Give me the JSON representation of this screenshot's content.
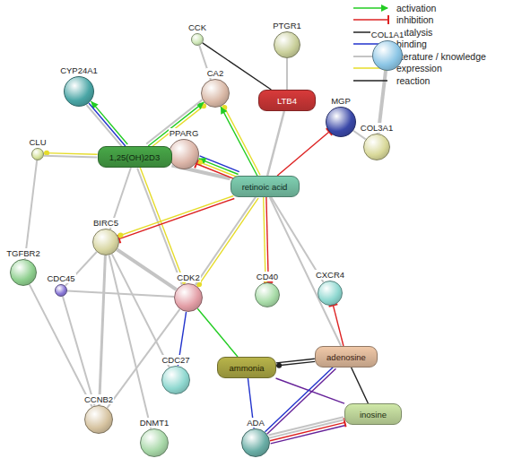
{
  "diagram": {
    "nodes": [
      {
        "text": [
          "CCK"
        ]
      },
      {
        "text": [
          "PTGR1"
        ]
      },
      {
        "text": [
          "COL1A1"
        ]
      },
      {
        "text": [
          "CYP24A1"
        ]
      },
      {
        "text": [
          "CA2"
        ]
      },
      {
        "text": [
          "LTB4"
        ]
      },
      {
        "text": [
          "MGP"
        ]
      },
      {
        "text": [
          "COL3A1"
        ]
      },
      {
        "text": [
          "CLU"
        ]
      },
      {
        "text": [
          "PPARG"
        ]
      },
      {
        "text": [
          "1,25(OH)2D3"
        ]
      },
      {
        "text": [
          "retinoic acid"
        ]
      },
      {
        "text": [
          "BIRC5"
        ]
      },
      {
        "text": [
          "TGFBR2"
        ]
      },
      {
        "text": [
          "CDC45"
        ]
      },
      {
        "text": [
          "CDK2"
        ]
      },
      {
        "text": [
          "CD40"
        ]
      },
      {
        "text": [
          "CXCR4"
        ]
      },
      {
        "text": [
          "adenosine"
        ]
      },
      {
        "text": [
          "ammonia"
        ]
      },
      {
        "text": [
          "CDC27"
        ]
      },
      {
        "text": [
          "CCNB2"
        ]
      },
      {
        "text": [
          "inosine"
        ]
      },
      {
        "text": [
          "DNMT1"
        ]
      },
      {
        "text": [
          "ADA"
        ]
      }
    ],
    "edges": [
      {
        "from": 0,
        "to": 4,
        "arrow": "none"
      },
      {
        "from": 0,
        "to": 5,
        "arrow": "none"
      },
      {
        "from": 1,
        "to": 5,
        "arrow": "none"
      },
      {
        "from": 5,
        "to": 11,
        "arrow": "none"
      },
      {
        "from": 10,
        "to": 3,
        "arrow": "to"
      },
      {
        "from": 10,
        "to": 3,
        "arrow": "none"
      },
      {
        "from": 10,
        "to": 3,
        "arrow": "none"
      },
      {
        "from": 10,
        "to": 8,
        "arrow": "to"
      },
      {
        "from": 10,
        "to": 8,
        "arrow": "none"
      },
      {
        "from": 8,
        "to": 13,
        "arrow": "none"
      },
      {
        "from": 10,
        "to": 4,
        "arrow": "to"
      },
      {
        "from": 10,
        "to": 4,
        "arrow": "to"
      },
      {
        "from": 10,
        "to": 4,
        "arrow": "none"
      },
      {
        "from": 10,
        "to": 9,
        "arrow": "to"
      },
      {
        "from": 10,
        "to": 9,
        "arrow": "to"
      },
      {
        "from": 10,
        "to": 11,
        "arrow": "none"
      },
      {
        "from": 10,
        "to": 12,
        "arrow": "none"
      },
      {
        "from": 10,
        "to": 15,
        "arrow": "to"
      },
      {
        "from": 10,
        "to": 15,
        "arrow": "none"
      },
      {
        "from": 11,
        "to": 4,
        "arrow": "to"
      },
      {
        "from": 11,
        "to": 4,
        "arrow": "to"
      },
      {
        "from": 11,
        "to": 9,
        "arrow": "none"
      },
      {
        "from": 11,
        "to": 9,
        "arrow": "to"
      },
      {
        "from": 11,
        "to": 9,
        "arrow": "to"
      },
      {
        "from": 11,
        "to": 9,
        "arrow": "to"
      },
      {
        "from": 11,
        "to": 6,
        "arrow": "to"
      },
      {
        "from": 11,
        "to": 12,
        "arrow": "to"
      },
      {
        "from": 11,
        "to": 12,
        "arrow": "to"
      },
      {
        "from": 11,
        "to": 15,
        "arrow": "to"
      },
      {
        "from": 11,
        "to": 15,
        "arrow": "none"
      },
      {
        "from": 11,
        "to": 16,
        "arrow": "to"
      },
      {
        "from": 11,
        "to": 16,
        "arrow": "to"
      },
      {
        "from": 11,
        "to": 17,
        "arrow": "none"
      },
      {
        "from": 11,
        "to": 18,
        "arrow": "none"
      },
      {
        "from": 6,
        "to": 7,
        "arrow": "none"
      },
      {
        "from": 2,
        "to": 7,
        "arrow": "none"
      },
      {
        "from": 12,
        "to": 15,
        "arrow": "none"
      },
      {
        "from": 12,
        "to": 14,
        "arrow": "none"
      },
      {
        "from": 12,
        "to": 21,
        "arrow": "none"
      },
      {
        "from": 12,
        "to": 20,
        "arrow": "none"
      },
      {
        "from": 12,
        "to": 23,
        "arrow": "none"
      },
      {
        "from": 13,
        "to": 21,
        "arrow": "none"
      },
      {
        "from": 14,
        "to": 21,
        "arrow": "none"
      },
      {
        "from": 14,
        "to": 15,
        "arrow": "none"
      },
      {
        "from": 15,
        "to": 21,
        "arrow": "none"
      },
      {
        "from": 15,
        "to": 20,
        "arrow": "none"
      },
      {
        "from": 15,
        "to": 19,
        "arrow": "none"
      },
      {
        "from": 18,
        "to": 17,
        "arrow": "to"
      },
      {
        "from": 18,
        "to": 19,
        "arrow": "to"
      },
      {
        "from": 18,
        "to": 19,
        "arrow": "to"
      },
      {
        "from": 18,
        "to": 22,
        "arrow": "none"
      },
      {
        "from": 19,
        "to": 22,
        "arrow": "none"
      },
      {
        "from": 24,
        "to": 19,
        "arrow": "to"
      },
      {
        "from": 24,
        "to": 18,
        "arrow": "none"
      },
      {
        "from": 24,
        "to": 18,
        "arrow": "to"
      },
      {
        "from": 24,
        "to": 22,
        "arrow": "none"
      },
      {
        "from": 24,
        "to": 22,
        "arrow": "to"
      },
      {
        "from": 22,
        "to": 24,
        "arrow": "to"
      },
      {
        "from": 24,
        "to": 22,
        "arrow": "none"
      }
    ],
    "legend": [
      {
        "text": "activation"
      },
      {
        "text": "inhibition"
      },
      {
        "text": "catalysis"
      },
      {
        "text": "binding"
      },
      {
        "text": "literature / knowledge"
      },
      {
        "text": "expression"
      },
      {
        "text": "reaction"
      }
    ]
  }
}
